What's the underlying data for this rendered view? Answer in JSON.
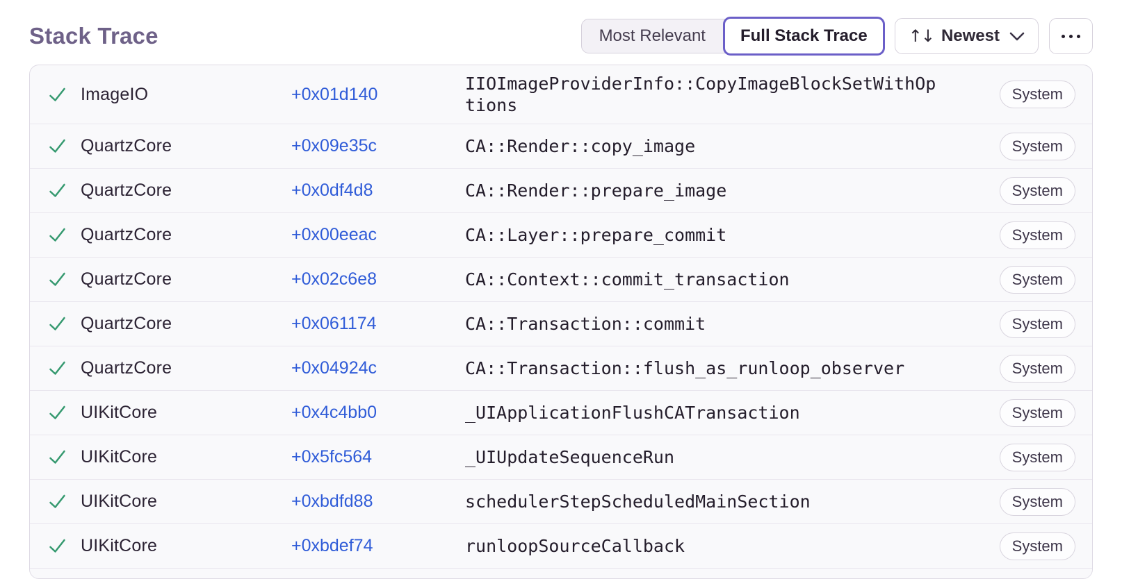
{
  "header": {
    "title": "Stack Trace"
  },
  "toolbar": {
    "segments": [
      {
        "label": "Most Relevant",
        "selected": false
      },
      {
        "label": "Full Stack Trace",
        "selected": true
      }
    ],
    "sort": {
      "icon": "sort-arrows-icon",
      "label": "Newest",
      "chevron": "chevron-down-icon"
    },
    "more": {
      "icon": "ellipsis-icon"
    }
  },
  "colors": {
    "title": "#6e6188",
    "accent_purple": "#6b5fc8",
    "link_blue": "#305cd8",
    "check_green": "#35996f",
    "text_dark": "#2b2233",
    "row_bg": "#f9f9fb",
    "border": "#dedae4"
  },
  "frames": [
    {
      "module": "ImageIO",
      "address": "+0x01d140",
      "function": "IIOImageProviderInfo::CopyImageBlockSetWithOptions",
      "badge": "System"
    },
    {
      "module": "QuartzCore",
      "address": "+0x09e35c",
      "function": "CA::Render::copy_image",
      "badge": "System"
    },
    {
      "module": "QuartzCore",
      "address": "+0x0df4d8",
      "function": "CA::Render::prepare_image",
      "badge": "System"
    },
    {
      "module": "QuartzCore",
      "address": "+0x00eeac",
      "function": "CA::Layer::prepare_commit",
      "badge": "System"
    },
    {
      "module": "QuartzCore",
      "address": "+0x02c6e8",
      "function": "CA::Context::commit_transaction",
      "badge": "System"
    },
    {
      "module": "QuartzCore",
      "address": "+0x061174",
      "function": "CA::Transaction::commit",
      "badge": "System"
    },
    {
      "module": "QuartzCore",
      "address": "+0x04924c",
      "function": "CA::Transaction::flush_as_runloop_observer",
      "badge": "System"
    },
    {
      "module": "UIKitCore",
      "address": "+0x4c4bb0",
      "function": "_UIApplicationFlushCATransaction",
      "badge": "System"
    },
    {
      "module": "UIKitCore",
      "address": "+0x5fc564",
      "function": "_UIUpdateSequenceRun",
      "badge": "System"
    },
    {
      "module": "UIKitCore",
      "address": "+0xbdfd88",
      "function": "schedulerStepScheduledMainSection",
      "badge": "System"
    },
    {
      "module": "UIKitCore",
      "address": "+0xbdef74",
      "function": "runloopSourceCallback",
      "badge": "System"
    }
  ]
}
